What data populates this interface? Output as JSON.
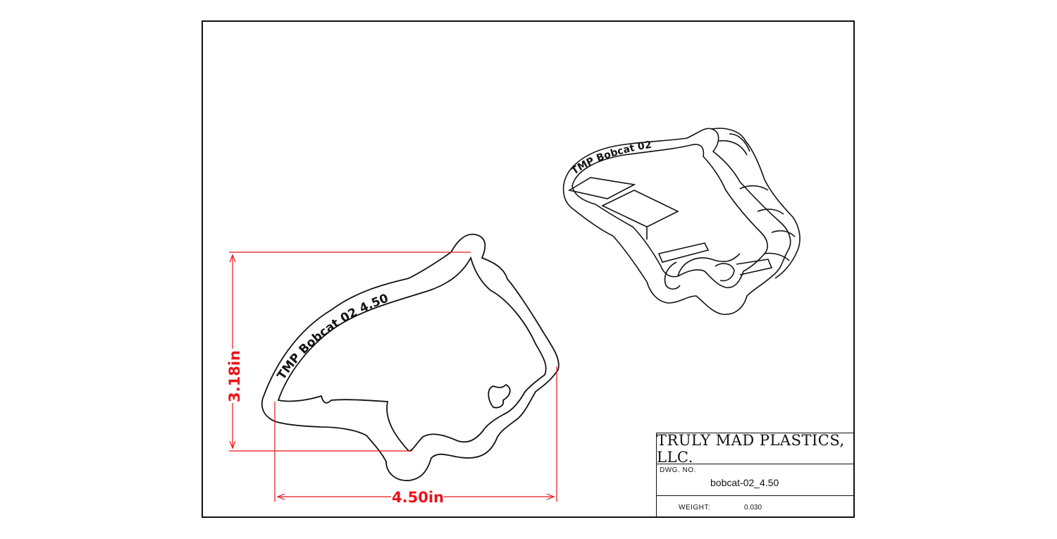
{
  "title_block": {
    "company": "TRULY MAD PLASTICS, LLC.",
    "dwg_no_label": "DWG.  NO.",
    "dwg_no": "bobcat-02_4.50",
    "weight_label": "WEIGHT:",
    "weight": "0.030"
  },
  "dimensions": {
    "height": "3.18in",
    "width": "4.50in",
    "color": "#e8141a"
  },
  "emboss_text": {
    "front": "TMP  Bobcat  02   4.50",
    "iso": "TMP  Bobcat 02  4.50"
  }
}
